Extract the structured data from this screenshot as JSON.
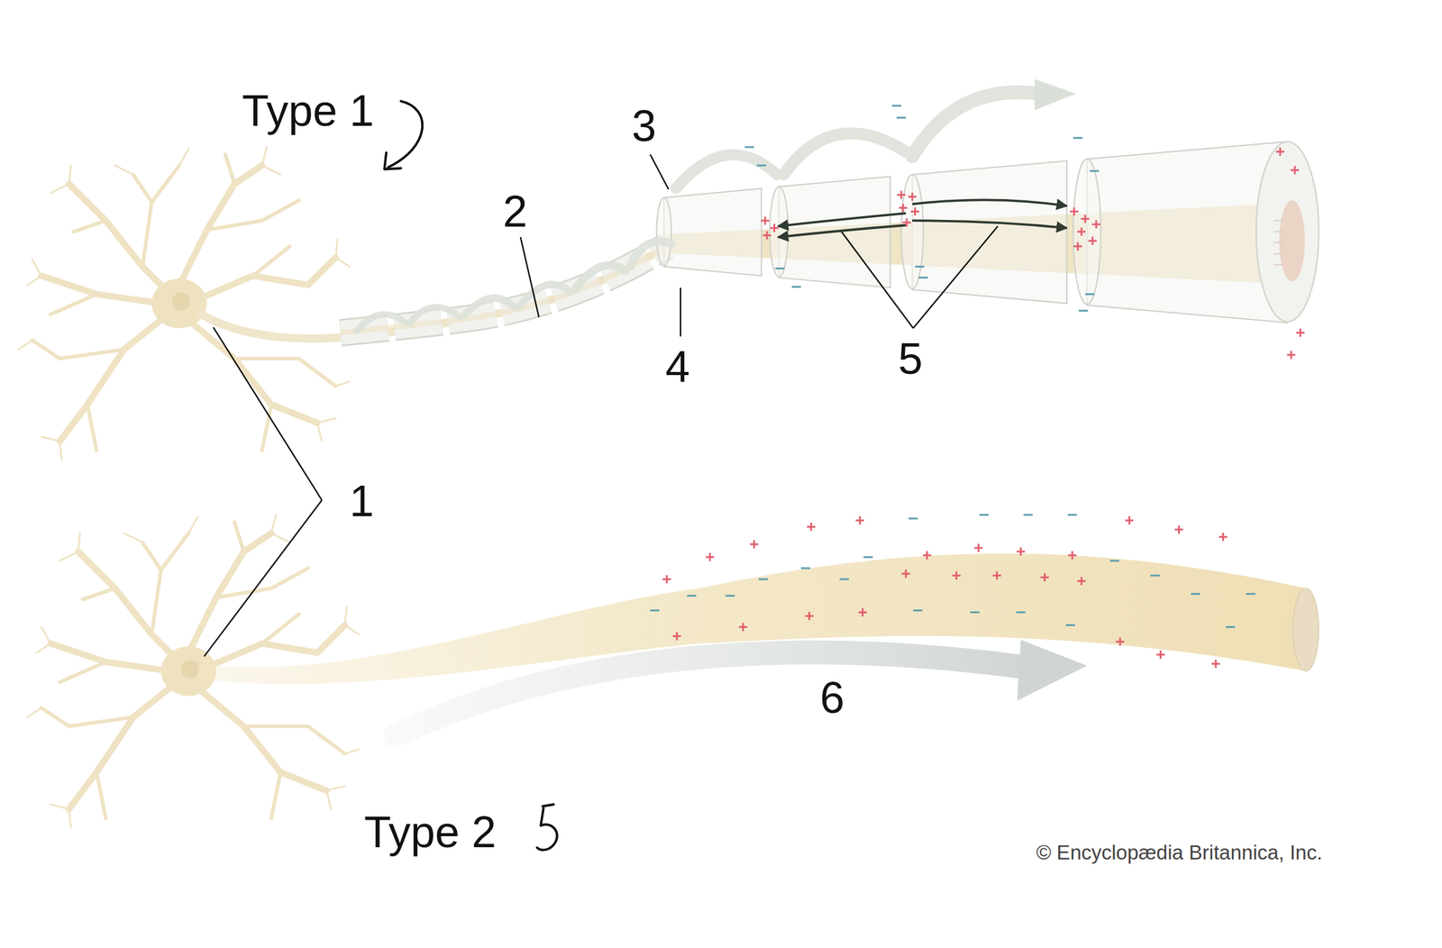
{
  "diagram": {
    "labels": [
      "Type 1",
      "3",
      "2",
      "4",
      "5",
      "1",
      "6",
      "Type 2",
      "© Encyclopædia Britannica, Inc."
    ]
  }
}
